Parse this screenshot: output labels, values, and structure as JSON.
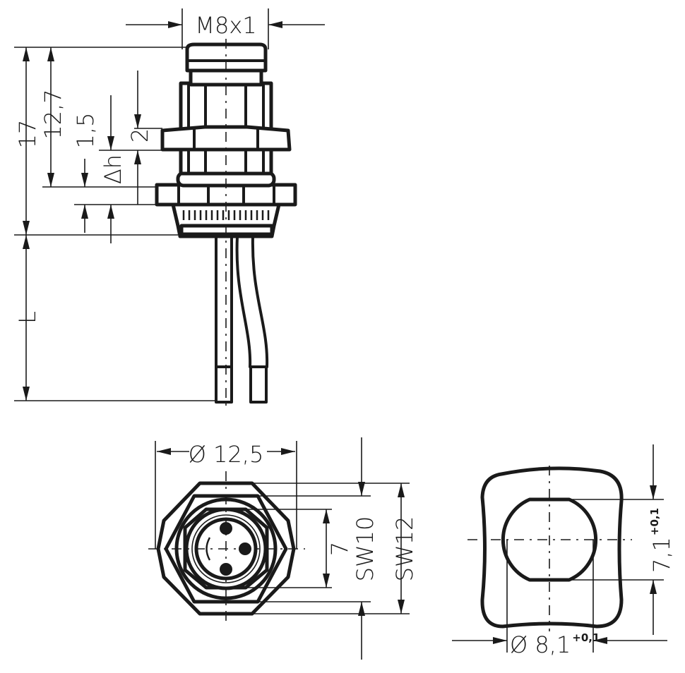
{
  "side_view": {
    "thread_label": "M8x1",
    "dim_total": "17",
    "dim_upper": "12,7",
    "dim_flange": "1,5",
    "dim_nut": "2",
    "dim_delta": "Δh",
    "dim_wire": "L"
  },
  "front_view": {
    "dim_diameter": "Ø 12,5",
    "dim_flat": "7",
    "dim_sw10": "SW10",
    "dim_sw12": "SW12"
  },
  "panel_cutout": {
    "dim_height": "7,1",
    "dim_height_tol": "+0,1",
    "dim_diameter": "Ø 8,1",
    "dim_diameter_tol": "+0,1"
  }
}
